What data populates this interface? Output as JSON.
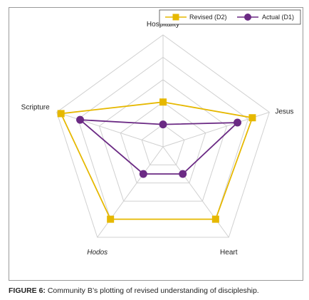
{
  "chart_data": {
    "type": "radar",
    "axes": [
      "Hospitality",
      "Jesus",
      "Heart",
      "Hodos",
      "Scripture"
    ],
    "axis_italic": [
      false,
      false,
      false,
      true,
      false
    ],
    "range": [
      0,
      5
    ],
    "rings": 5,
    "grid": true,
    "legend_position": "top-right",
    "series": [
      {
        "name": "Revised (D2)",
        "values": [
          2,
          4.2,
          4,
          4,
          4.8
        ],
        "color": "#e6b800",
        "marker": "square"
      },
      {
        "name": "Actual (D1)",
        "values": [
          1,
          3.5,
          1.5,
          1.5,
          3.9
        ],
        "color": "#6b2a84",
        "marker": "circle"
      }
    ]
  },
  "caption": {
    "label": "FIGURE 6:",
    "text": " Community B’s plotting of revised understanding of discipleship."
  }
}
